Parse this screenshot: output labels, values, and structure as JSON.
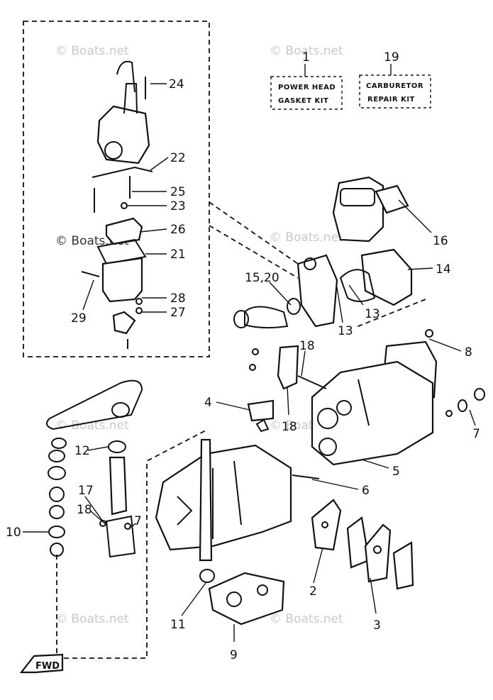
{
  "watermark": "© Boats.net",
  "kits": {
    "power_head": {
      "number": "1",
      "line1": "POWER HEAD",
      "line2": "GASKET KIT"
    },
    "carburetor": {
      "number": "19",
      "line1": "CARBURETOR",
      "line2": "REPAIR KIT"
    }
  },
  "callouts": {
    "c24": "24",
    "c22": "22",
    "c25": "25",
    "c23": "23",
    "c26": "26",
    "c21": "21",
    "c28": "28",
    "c29": "29",
    "c27": "27",
    "c16": "16",
    "c14": "14",
    "c15_20": "15,20",
    "c13a": "13",
    "c13b": "13",
    "c8": "8",
    "c18a": "18",
    "c18b": "18",
    "c4": "4",
    "c5": "5",
    "c7a": "7",
    "c6": "6",
    "c12": "12",
    "c17": "17",
    "c18c": "18",
    "c7b": "7",
    "c10": "10",
    "c2": "2",
    "c3": "3",
    "c11": "11",
    "c9": "9"
  },
  "fwd_label": "FWD"
}
